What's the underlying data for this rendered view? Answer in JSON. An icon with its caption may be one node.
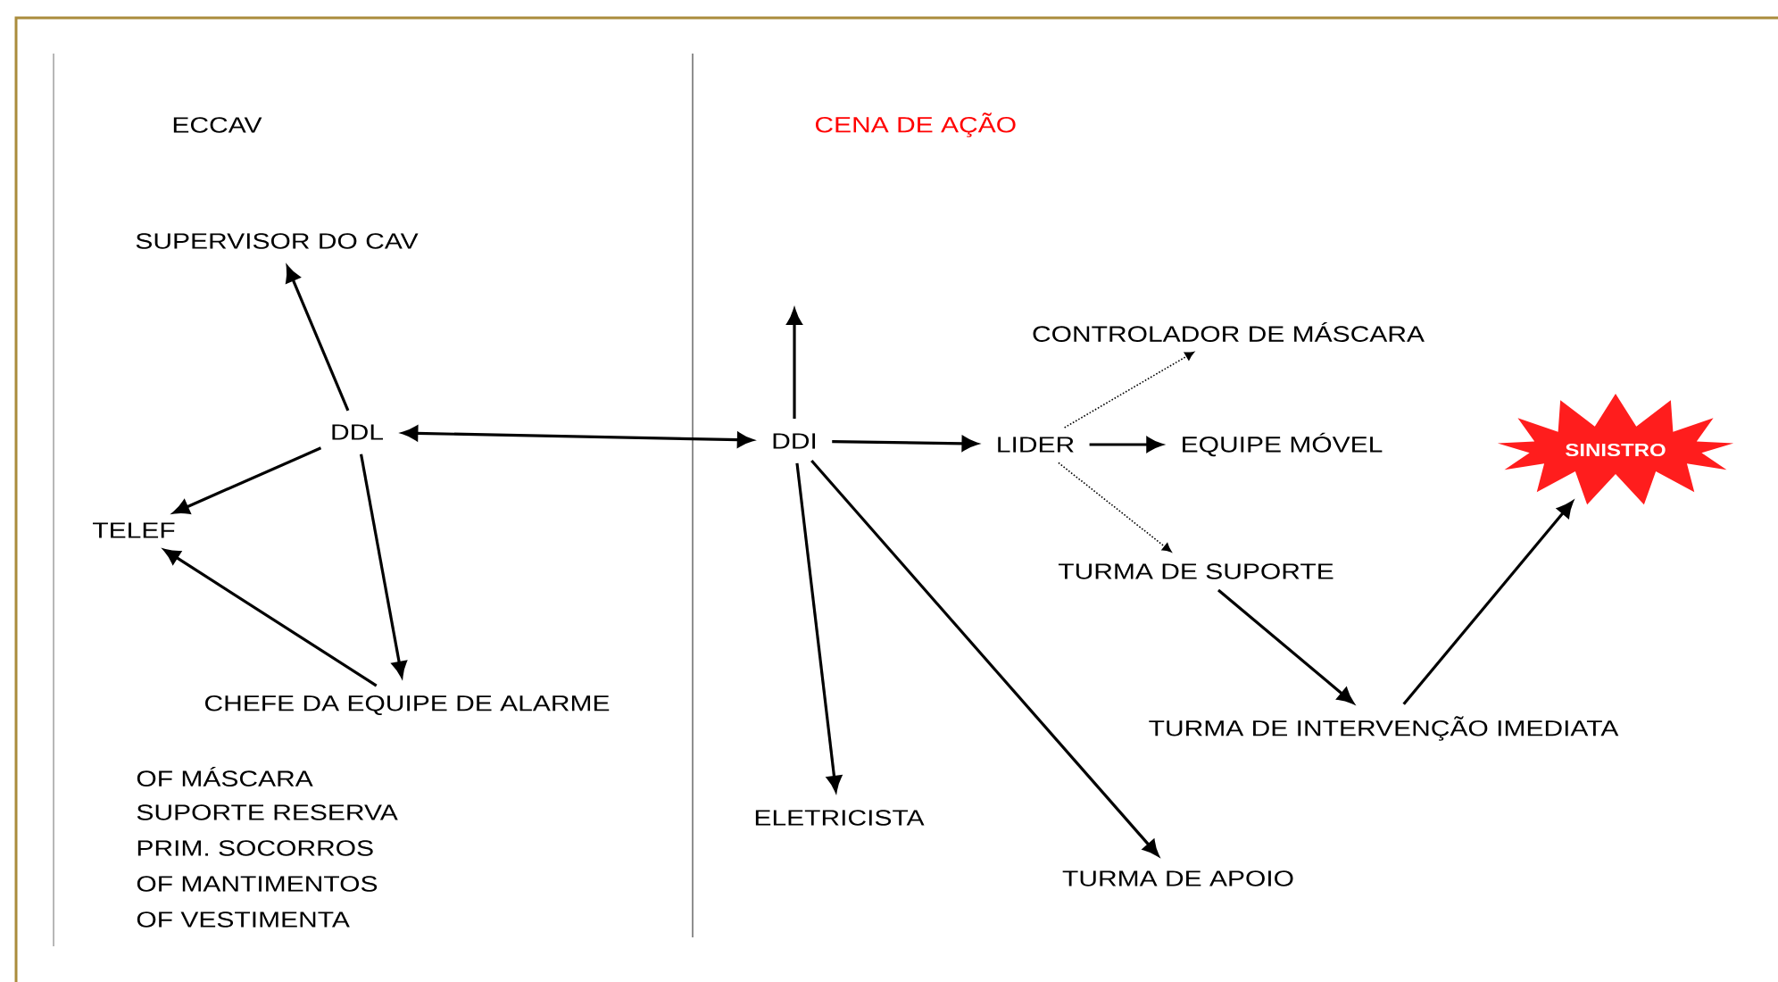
{
  "diagram": {
    "nodes": [
      {
        "text": [
          "SUPERVISOR DO CAV"
        ]
      },
      {
        "text": [
          "DDL"
        ]
      },
      {
        "text": [
          "TELEF"
        ]
      },
      {
        "text": [
          "CHEFE DA EQUIPE DE ALARME"
        ]
      },
      {
        "text": [
          "DDI"
        ]
      },
      {
        "text": [
          "LIDER"
        ]
      },
      {
        "text": [
          "CONTROLADOR DE MÁSCARA"
        ]
      },
      {
        "text": [
          "EQUIPE MÓVEL"
        ]
      },
      {
        "text": [
          "SINISTRO"
        ]
      },
      {
        "text": [
          "TURMA DE SUPORTE"
        ]
      },
      {
        "text": [
          "TURMA DE INTERVENÇÃO IMEDIATA"
        ]
      },
      {
        "text": [
          "ELETRICISTA"
        ]
      },
      {
        "text": [
          "TURMA DE APOIO"
        ]
      }
    ],
    "edges": [
      {
        "from": 1,
        "to": 0,
        "arrow": "to"
      },
      {
        "from": 1,
        "to": 2,
        "arrow": "to"
      },
      {
        "from": 1,
        "to": 3,
        "arrow": "to"
      },
      {
        "from": 3,
        "to": 2,
        "arrow": "to"
      },
      {
        "from": 1,
        "to": 4,
        "arrow": "both"
      },
      {
        "from": 4,
        "to": null,
        "arrow": "to"
      },
      {
        "from": 4,
        "to": 5,
        "arrow": "to"
      },
      {
        "from": 5,
        "to": 6,
        "arrow": "to",
        "style": "dashed"
      },
      {
        "from": 5,
        "to": 7,
        "arrow": "to"
      },
      {
        "from": 5,
        "to": 9,
        "arrow": "to",
        "style": "dashed"
      },
      {
        "from": 4,
        "to": 11,
        "arrow": "to"
      },
      {
        "from": 4,
        "to": 12,
        "arrow": "to"
      },
      {
        "from": 9,
        "to": 10,
        "arrow": "to"
      },
      {
        "from": 10,
        "to": 8,
        "arrow": "to"
      }
    ],
    "labels": [
      "ECCAV",
      "CENA DE AÇÃO",
      "OF MÁSCARA",
      "SUPORTE RESERVA",
      "PRIM. SOCORROS",
      "OF MANTIMENTOS",
      "OF VESTIMENTA"
    ]
  }
}
